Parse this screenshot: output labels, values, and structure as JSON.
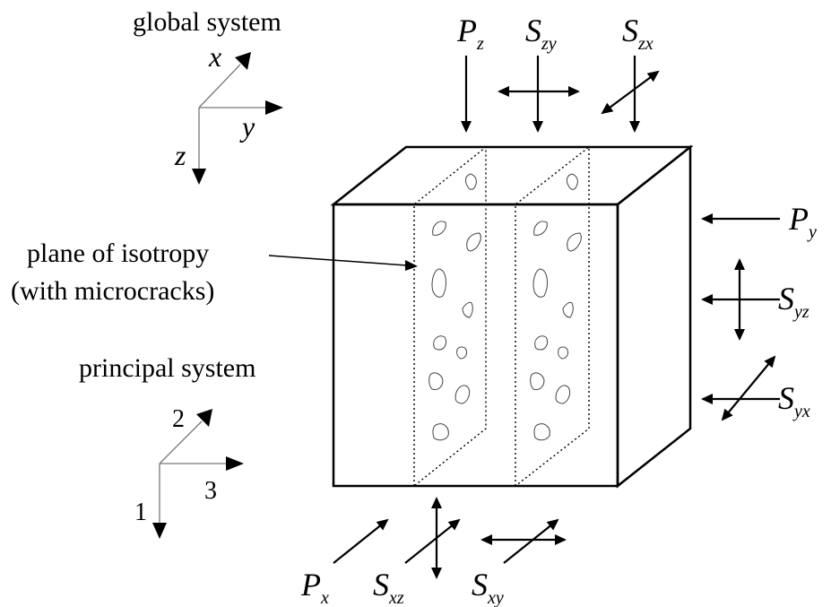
{
  "labels": {
    "global_system": "global system",
    "principal_system": "principal system",
    "plane_line1": "plane of isotropy",
    "plane_line2": "(with microcracks)"
  },
  "global_axes": {
    "x": "x",
    "y": "y",
    "z": "z"
  },
  "principal_axes": {
    "one": "1",
    "two": "2",
    "three": "3"
  },
  "loads": {
    "Pz": {
      "main": "P",
      "sub": "z"
    },
    "Szy": {
      "main": "S",
      "sub": "zy"
    },
    "Szx": {
      "main": "S",
      "sub": "zx"
    },
    "Py": {
      "main": "P",
      "sub": "y"
    },
    "Syz": {
      "main": "S",
      "sub": "yz"
    },
    "Syx": {
      "main": "S",
      "sub": "yx"
    },
    "Px": {
      "main": "P",
      "sub": "x"
    },
    "Sxz": {
      "main": "S",
      "sub": "xz"
    },
    "Sxy": {
      "main": "S",
      "sub": "xy"
    }
  },
  "icons": [
    "arrow-icon",
    "double-arrow-icon",
    "microcrack-icon"
  ]
}
